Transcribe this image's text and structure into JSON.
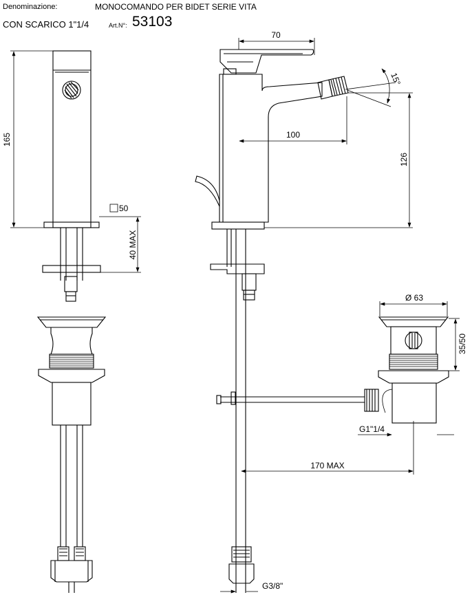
{
  "header": {
    "denomination_label": "Denominazione:",
    "product_name": "MONOCOMANDO PER BIDET SERIE VITA",
    "product_subtitle": "CON SCARICO 1\"1/4",
    "article_label": "Art.N°:",
    "article_number": "53103"
  },
  "dimensions": {
    "total_height": "165",
    "base_square": "50",
    "max_thickness": "40 MAX",
    "handle_length": "70",
    "aerator_angle": "15°",
    "spout_reach": "100",
    "spout_height": "126",
    "drain_diameter": "Ø 63",
    "drain_height": "35/50",
    "drain_thread": "G1\"1/4",
    "rod_reach": "170 MAX",
    "hose_thread": "G3/8\""
  },
  "colors": {
    "line": "#000000",
    "background": "#ffffff"
  }
}
